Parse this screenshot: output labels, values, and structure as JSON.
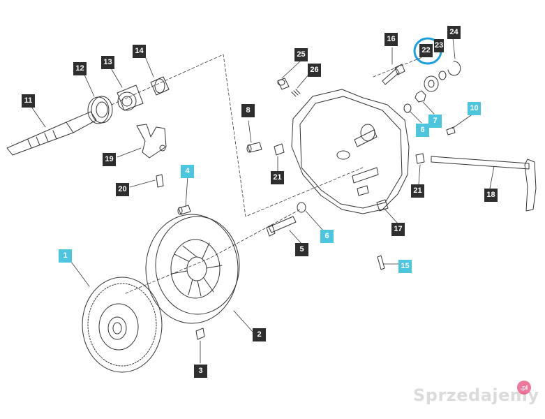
{
  "callouts": [
    {
      "id": "c1",
      "text": "1",
      "style": "blue"
    },
    {
      "id": "c2",
      "text": "2",
      "style": "dark"
    },
    {
      "id": "c3",
      "text": "3",
      "style": "dark"
    },
    {
      "id": "c4",
      "text": "4",
      "style": "blue"
    },
    {
      "id": "c5",
      "text": "5",
      "style": "dark"
    },
    {
      "id": "c6a",
      "text": "6",
      "style": "blue"
    },
    {
      "id": "c6b",
      "text": "6",
      "style": "blue"
    },
    {
      "id": "c7",
      "text": "7",
      "style": "blue"
    },
    {
      "id": "c8",
      "text": "8",
      "style": "dark"
    },
    {
      "id": "c10",
      "text": "10",
      "style": "blue"
    },
    {
      "id": "c11",
      "text": "11",
      "style": "dark"
    },
    {
      "id": "c12",
      "text": "12",
      "style": "dark"
    },
    {
      "id": "c13",
      "text": "13",
      "style": "dark"
    },
    {
      "id": "c14",
      "text": "14",
      "style": "dark"
    },
    {
      "id": "c15",
      "text": "15",
      "style": "blue"
    },
    {
      "id": "c16",
      "text": "16",
      "style": "dark"
    },
    {
      "id": "c17",
      "text": "17",
      "style": "dark"
    },
    {
      "id": "c18",
      "text": "18",
      "style": "dark"
    },
    {
      "id": "c19",
      "text": "19",
      "style": "dark"
    },
    {
      "id": "c20",
      "text": "20",
      "style": "dark"
    },
    {
      "id": "c21a",
      "text": "21",
      "style": "dark"
    },
    {
      "id": "c21b",
      "text": "21",
      "style": "dark"
    },
    {
      "id": "c22",
      "text": "22",
      "style": "dark"
    },
    {
      "id": "c23",
      "text": "23",
      "style": "dark"
    },
    {
      "id": "c24",
      "text": "24",
      "style": "dark"
    },
    {
      "id": "c25",
      "text": "25",
      "style": "dark"
    },
    {
      "id": "c26",
      "text": "26",
      "style": "dark"
    }
  ],
  "highlight": {
    "target": "22",
    "color": "#1a9fe0"
  },
  "watermark": {
    "text": "Sprzedajemy",
    "badge": ".pl"
  },
  "colors": {
    "dark_label": "#2e2e2e",
    "blue_label": "#4cc6df",
    "line": "#333333"
  }
}
